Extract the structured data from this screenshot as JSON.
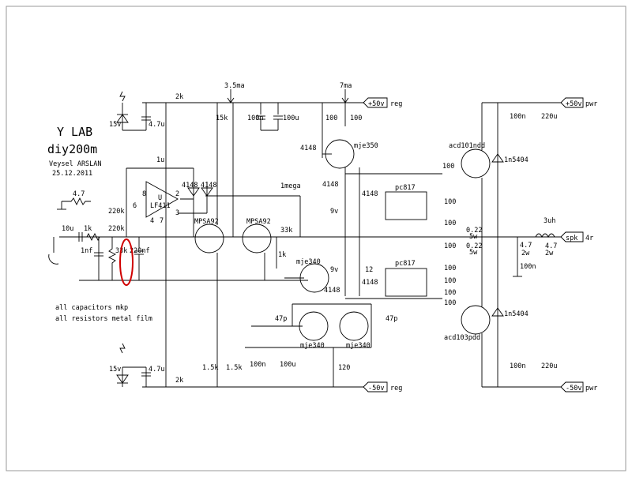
{
  "title": {
    "brand": "Y LAB",
    "model": "diy200m",
    "author": "Veysel ARSLAN",
    "date": "25.12.2011"
  },
  "notes": {
    "line1": "all capacitors mkp",
    "line2": "all resistors metal film"
  },
  "rails": {
    "pos_reg": "+50v",
    "pos_reg_suffix": "reg",
    "neg_reg": "-50v",
    "neg_reg_suffix": "reg",
    "pos_pwr": "+50v",
    "pos_pwr_suffix": "pwr",
    "neg_pwr": "-50v",
    "neg_pwr_suffix": "pwr",
    "output": "spk",
    "output_suffix": "4r"
  },
  "currents": {
    "i1": "3.5ma",
    "i2": "7ma"
  },
  "parts": {
    "r_2k_top": "2k",
    "r_2k_bot": "2k",
    "r_15k": "15k",
    "c_100n_a": "100n",
    "c_100u_a": "100u",
    "r_100_a": "100",
    "r_100_b": "100",
    "d_4148_a": "4148",
    "q_mje350": "mje350",
    "z_15v_top": "15v",
    "c_47u_top": "4.7u",
    "c_1u": "1u",
    "pin8": "8",
    "pin6": "6",
    "pin2": "2",
    "pin3": "3",
    "pin4": "4",
    "pin7": "7",
    "u_name": "U",
    "u_part": "LF411",
    "d_4148_b": "4148",
    "d_4148_c": "4148",
    "r_47_in": "4.7",
    "r_220k_a": "220k",
    "r_220k_b": "220k",
    "r_1mega": "1mega",
    "c_10u": "10u",
    "r_1k_in": "1k",
    "c_1nf": "1nf",
    "r_33k_a": "33k",
    "c_220nf": "220nf",
    "q_mpsa92_a": "MPSA92",
    "q_mpsa92_b": "MPSA92",
    "r_33k_b": "33k",
    "r_1k_mid": "1k",
    "q_mje340_a": "mje340",
    "d_4148_d": "4148",
    "d_4148_e": "4148",
    "z_9v_a": "9v",
    "z_9v_b": "9v",
    "r_12": "12",
    "d_4148_f": "4148",
    "d_4148_g": "4148",
    "oc_pc817_a": "pc817",
    "oc_pc817_b": "pc817",
    "r_100_c": "100",
    "r_100_d": "100",
    "r_100_e": "100",
    "r_100_f": "100",
    "r_100_g": "100",
    "r_100_h": "100",
    "r_100_i": "100",
    "r_100_j": "100",
    "q_acd101": "acd101ndd",
    "q_acd103": "acd103pdd",
    "d_1n5404_a": "1n5404",
    "d_1n5404_b": "1n5404",
    "r_022_a": "0.22",
    "r_022_a_w": "5w",
    "r_022_b": "0.22",
    "r_022_b_w": "5w",
    "l_3uh": "3uh",
    "r_47_out": "4.7",
    "r_47_out_w": "2w",
    "r_47_zob": "4.7",
    "r_47_zob_w": "2w",
    "c_100n_zob": "100n",
    "c_100n_pwr_top": "100n",
    "c_220u_top": "220u",
    "c_100n_pwr_bot": "100n",
    "c_220u_bot": "220u",
    "c_47p_a": "47p",
    "c_47p_b": "47p",
    "q_mje340_b": "mje340",
    "q_mje340_c": "mje340",
    "r_15k_a": "1.5k",
    "r_15k_b": "1.5k",
    "c_100n_b": "100n",
    "c_100u_b": "100u",
    "r_120": "120",
    "z_15v_bot": "15v",
    "c_47u_bot": "4.7u"
  },
  "colors": {
    "ink": "#000000",
    "frame": "#9a9a9a",
    "highlight": "#d00000"
  }
}
